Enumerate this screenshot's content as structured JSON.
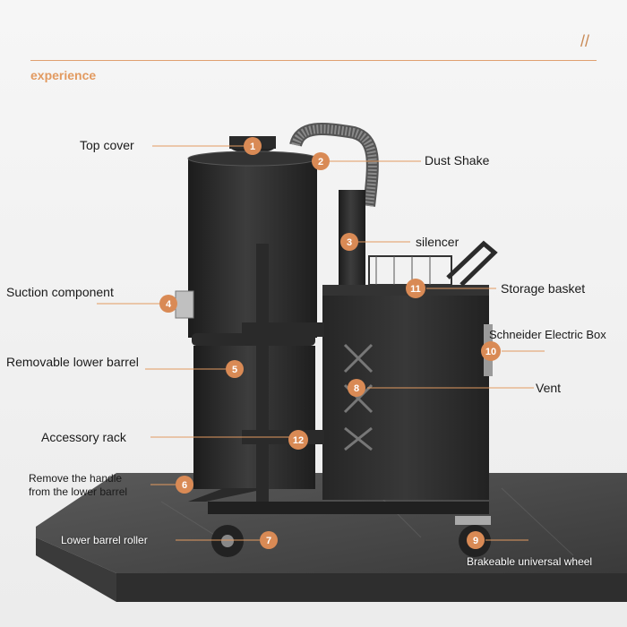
{
  "header": {
    "slashes": "//",
    "word": "experience"
  },
  "parts": [
    {
      "num": "1",
      "label": "Top cover"
    },
    {
      "num": "2",
      "label": "Dust Shake"
    },
    {
      "num": "3",
      "label": "silencer"
    },
    {
      "num": "4",
      "label": "Suction component"
    },
    {
      "num": "5",
      "label": "Removable lower barrel"
    },
    {
      "num": "6",
      "label_line1": "Remove the handle",
      "label_line2": "from the lower barrel"
    },
    {
      "num": "7",
      "label": "Lower barrel roller"
    },
    {
      "num": "8",
      "label": "Vent"
    },
    {
      "num": "9",
      "label": "Brakeable universal wheel"
    },
    {
      "num": "10",
      "label": "Schneider Electric Box"
    },
    {
      "num": "11",
      "label": "Storage basket"
    },
    {
      "num": "12",
      "label": "Accessory rack"
    }
  ],
  "colors": {
    "accent": "#e29a60",
    "badge": "#d98a55",
    "machine": "#2b2b2b",
    "floor": "#4a4a4a"
  }
}
